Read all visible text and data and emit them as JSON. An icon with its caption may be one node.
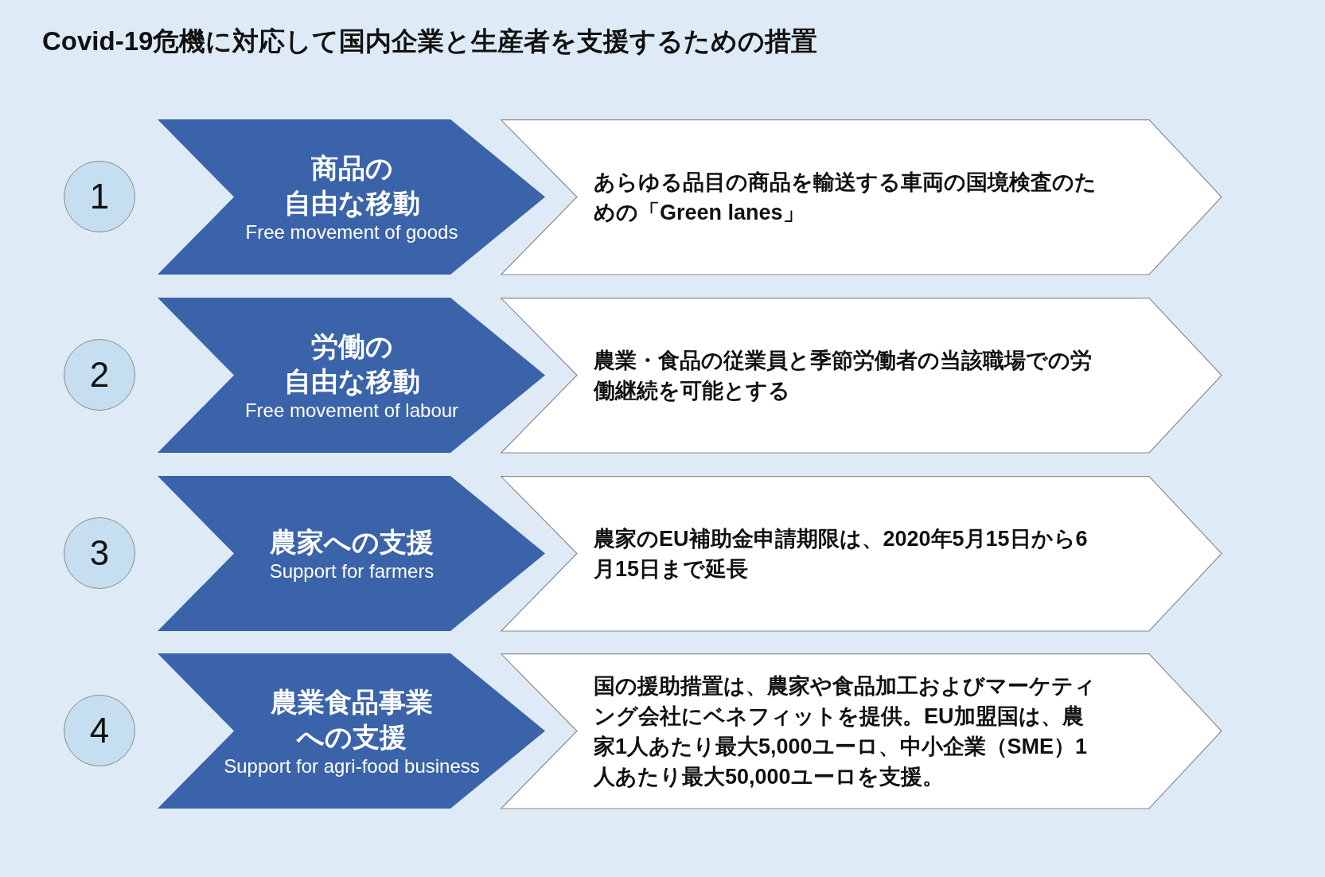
{
  "diagram": {
    "title": "Covid-19危機に対応して国内企業と生産者を支援するための措置",
    "nodes": [
      {
        "text": [
          "1"
        ]
      },
      {
        "text": [
          "商品の自由な移動",
          "Free movement of goods"
        ]
      },
      {
        "text": [
          "あらゆる品目の商品を輸送する車両の国境検査のための「Green lanes」"
        ]
      },
      {
        "text": [
          "2"
        ]
      },
      {
        "text": [
          "労働の自由な移動",
          "Free movement of labour"
        ]
      },
      {
        "text": [
          "農業・食品の従業員と季節労働者の当該職場での労働継続を可能とする"
        ]
      },
      {
        "text": [
          "3"
        ]
      },
      {
        "text": [
          "農家への支援",
          "Support for farmers"
        ]
      },
      {
        "text": [
          "農家のEU補助金申請期限は、2020年5月15日から6月15日まで延長"
        ]
      },
      {
        "text": [
          "4"
        ]
      },
      {
        "text": [
          "農業食品事業への支援",
          "Support for agri-food business"
        ]
      },
      {
        "text": [
          "国の援助措置は、農家や食品加工およびマーケティング会社にベネフィットを提供。EU加盟国は、農家1人あたり最大5,000ユーロ、中小企業（SME）1人あたり最大50,000ユーロを支援。"
        ]
      }
    ],
    "edges": []
  }
}
